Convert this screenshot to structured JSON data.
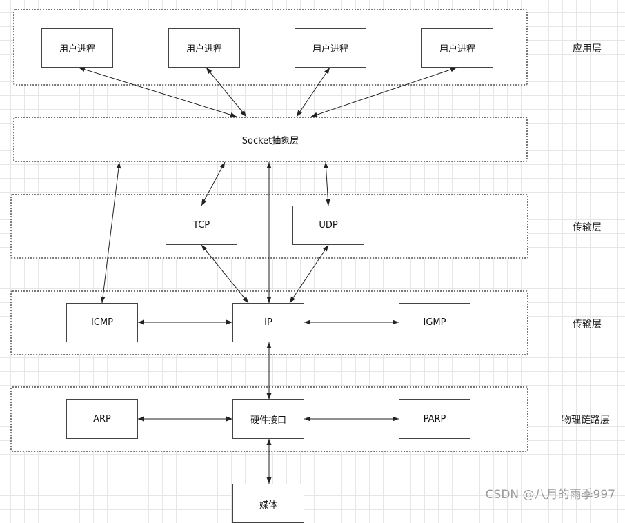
{
  "layers": {
    "application": "应用层",
    "transport": "传输层",
    "network": "传输层",
    "link": "物理链路层"
  },
  "nodes": {
    "up1": "用户进程",
    "up2": "用户进程",
    "up3": "用户进程",
    "up4": "用户进程",
    "socket": "Socket抽象层",
    "tcp": "TCP",
    "udp": "UDP",
    "icmp": "ICMP",
    "ip": "IP",
    "igmp": "IGMP",
    "arp": "ARP",
    "hw": "硬件接口",
    "parp": "PARP",
    "media": "媒体"
  },
  "watermark": "CSDN @八月的雨季997"
}
